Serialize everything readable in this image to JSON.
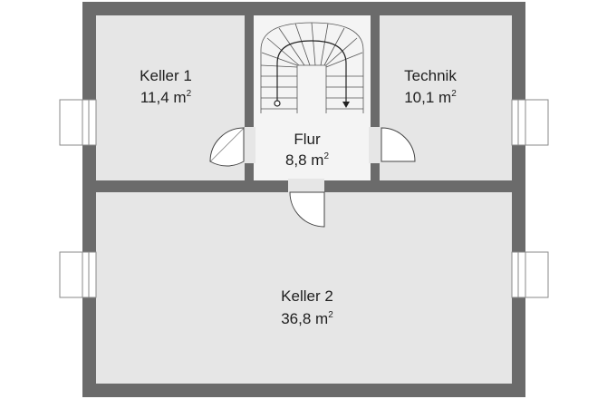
{
  "rooms": [
    {
      "id": "keller1",
      "name": "Keller 1",
      "area": "11,4 m",
      "unit_sup": "2"
    },
    {
      "id": "technik",
      "name": "Technik",
      "area": "10,1 m",
      "unit_sup": "2"
    },
    {
      "id": "flur",
      "name": "Flur",
      "area": "8,8 m",
      "unit_sup": "2"
    },
    {
      "id": "keller2",
      "name": "Keller 2",
      "area": "36,8 m",
      "unit_sup": "2"
    }
  ],
  "colors": {
    "wall": "#6b6b6b",
    "floor": "#e6e6e6",
    "stair_floor": "#f4f4f4",
    "line": "#333333",
    "background": "#ffffff"
  }
}
